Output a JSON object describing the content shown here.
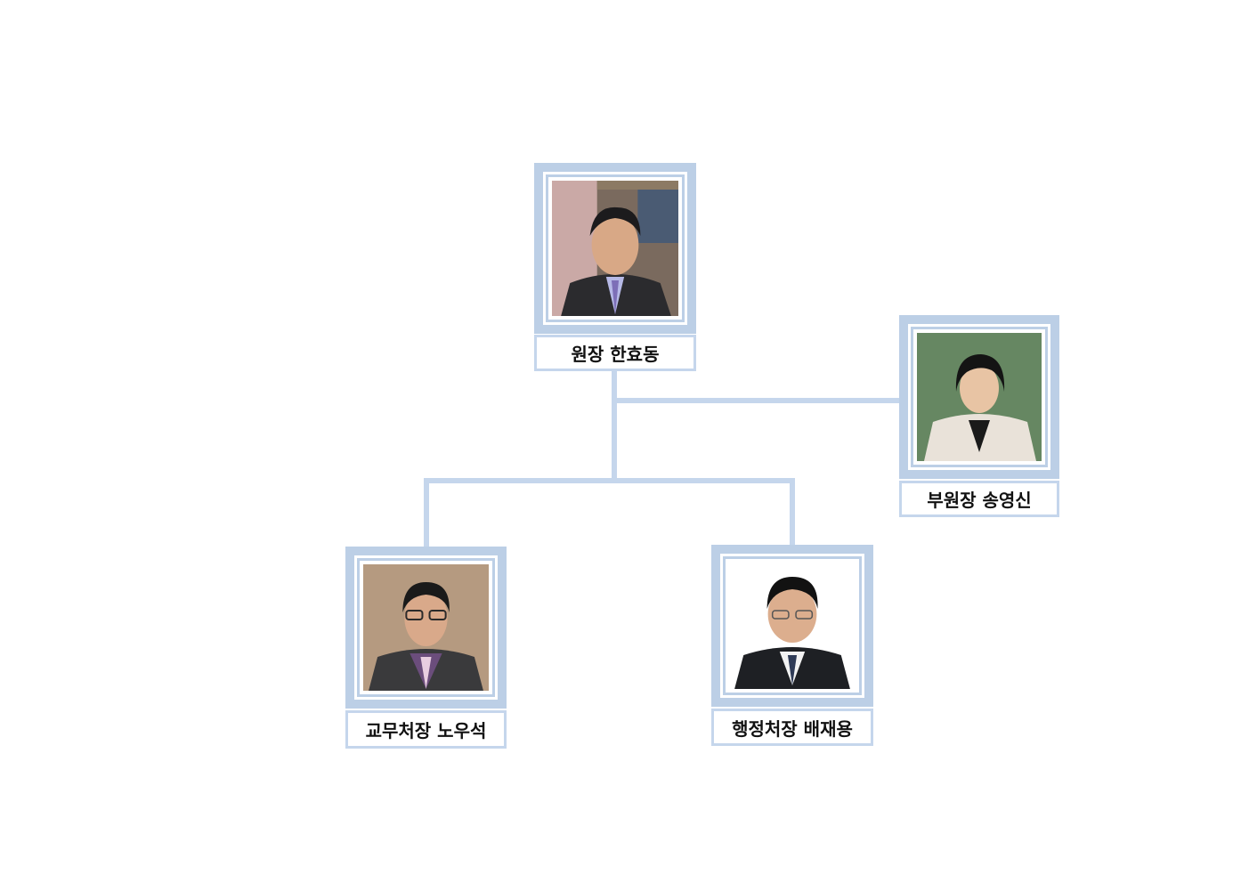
{
  "colors": {
    "frame": "#bccfe6",
    "connector": "#c5d6ec",
    "label_border": "#c5d6ec",
    "text": "#111111"
  },
  "nodes": {
    "director": {
      "label": "원장 한효동"
    },
    "vice_director": {
      "label": "부원장 송영신"
    },
    "academic_dean": {
      "label": "교무처장 노우석"
    },
    "admin_dean": {
      "label": "행정처장 배재용"
    }
  }
}
